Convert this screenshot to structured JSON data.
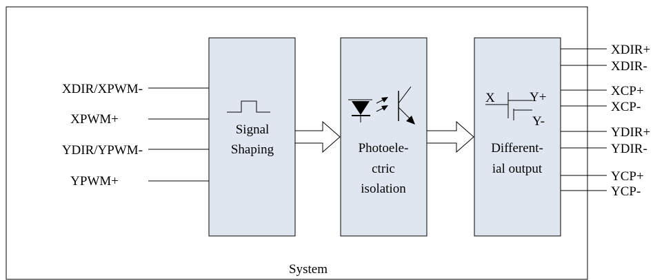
{
  "system_label": "System",
  "inputs": [
    "XDIR/XPWM-",
    "XPWM+",
    "YDIR/YPWM-",
    "YPWM+"
  ],
  "outputs": [
    "XDIR+",
    "XDIR-",
    "XCP+",
    "XCP-",
    "YDIR+",
    "YDIR-",
    "YCP+",
    "YCP-"
  ],
  "blocks": {
    "signal_shaping": [
      "Signal",
      "Shaping"
    ],
    "photoelectric": [
      "Photoele-",
      "ctric",
      "isolation"
    ],
    "differential": [
      "Different-",
      "ial output"
    ]
  },
  "differential_symbol": {
    "in": "X",
    "out_plus": "Y+",
    "out_minus": "Y-"
  },
  "colors": {
    "block_fill": "#dfe6f0",
    "line": "#000000",
    "background": "#ffffff"
  }
}
